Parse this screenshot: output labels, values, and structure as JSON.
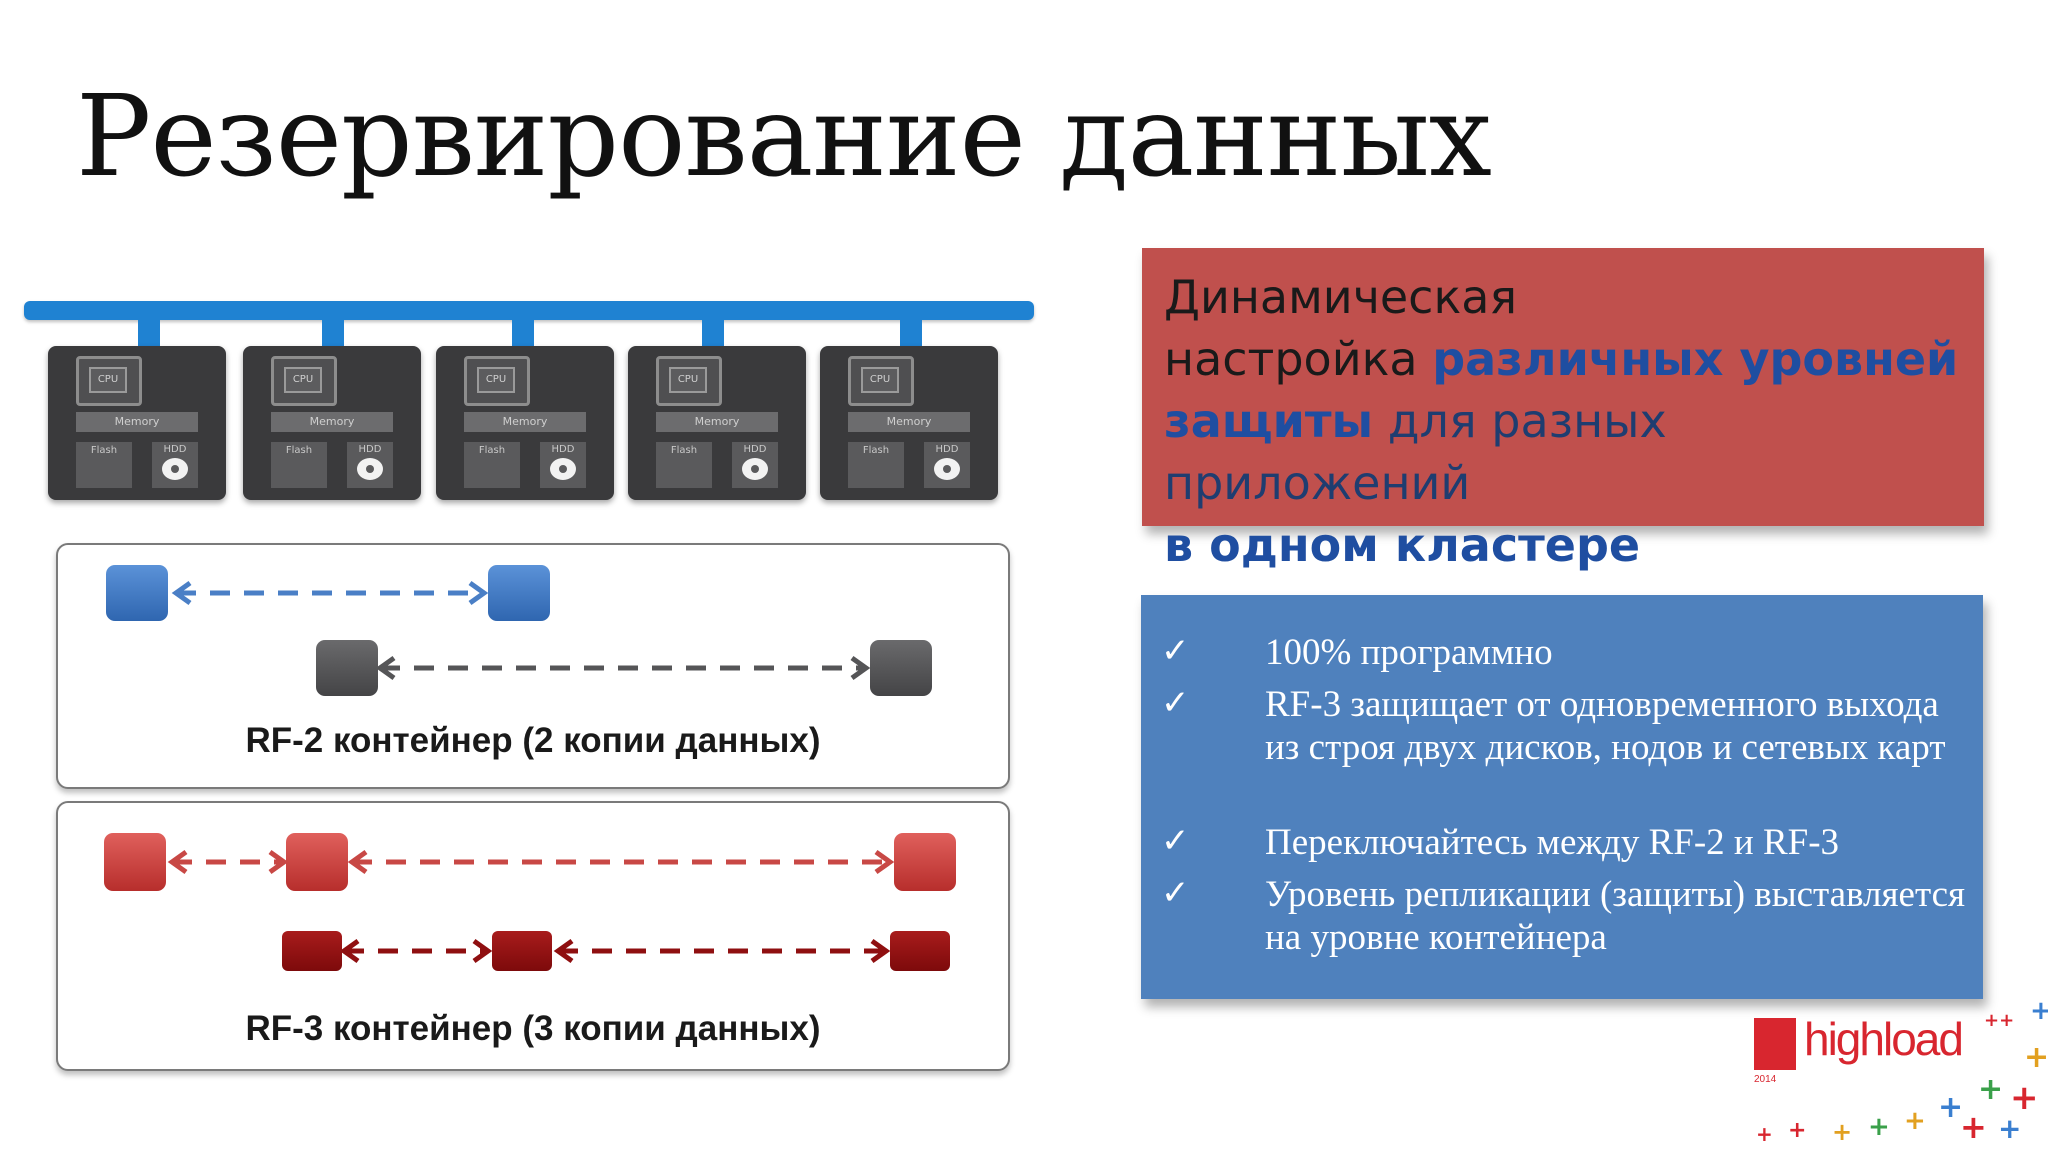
{
  "title": "Резервирование данных",
  "diagram": {
    "servers": [
      {
        "cpu": "CPU",
        "memory": "Memory",
        "flash": "Flash",
        "hdd": "HDD"
      },
      {
        "cpu": "CPU",
        "memory": "Memory",
        "flash": "Flash",
        "hdd": "HDD"
      },
      {
        "cpu": "CPU",
        "memory": "Memory",
        "flash": "Flash",
        "hdd": "HDD"
      },
      {
        "cpu": "CPU",
        "memory": "Memory",
        "flash": "Flash",
        "hdd": "HDD"
      },
      {
        "cpu": "CPU",
        "memory": "Memory",
        "flash": "Flash",
        "hdd": "HDD"
      }
    ],
    "rf2": {
      "caption": "RF-2 контейнер (2 копии данных)",
      "colors": {
        "blue": "#3c78c4",
        "gray": "#555557"
      }
    },
    "rf3": {
      "caption": "RF-3 контейнер (3 копии данных)",
      "colors": {
        "red": "#cc3a38",
        "dark_red": "#8f0f10"
      }
    }
  },
  "red_box": {
    "line1": "Динамическая",
    "line2_plain": "настройка ",
    "line2_em": "различных уровней",
    "line3_em": "защиты",
    "line3_plain": " для разных приложений",
    "line4_em": "в одном кластере",
    "color": "#c0504d"
  },
  "blue_box": {
    "color": "#4f81bd",
    "items": [
      {
        "check": "✓",
        "text": "100% программно"
      },
      {
        "check": "✓",
        "text": "RF-3 защищает от одновременного выхода из строя двух дисков, нодов и сетевых карт"
      },
      {
        "check": "✓",
        "text": "Переключайтесь между RF-2 и RF-3"
      },
      {
        "check": "✓",
        "text": "Уровень репликации (защиты) выставляется на уровне контейнера"
      }
    ]
  },
  "logo": {
    "word": "highload",
    "sup": "++",
    "year": "2014"
  }
}
